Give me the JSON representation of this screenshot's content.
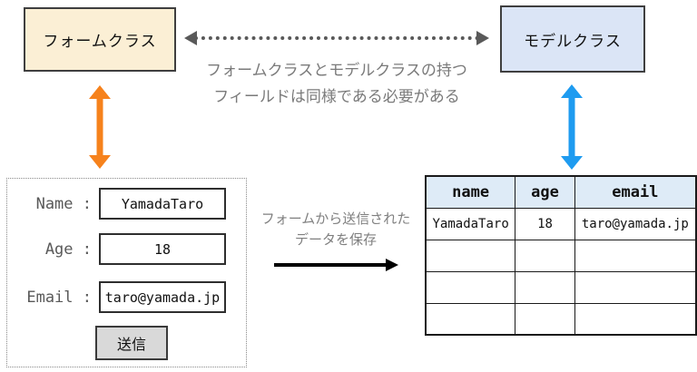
{
  "diagram": {
    "form_class_label": "フォームクラス",
    "model_class_label": "モデルクラス",
    "relation_note": {
      "line1": "フォームクラスとモデルクラスの持つ",
      "line2": "フィールドは同様である必要がある"
    },
    "save_note": {
      "line1": "フォームから送信された",
      "line2": "データを保存"
    },
    "colors": {
      "form_box_bg": "#FBEFD5",
      "model_box_bg": "#DBE5F6",
      "orange_arrow": "#F6821C",
      "blue_arrow": "#1E9BF0",
      "dotted_arrow_gray": "#595959",
      "note_text_gray": "#7A7A7A",
      "table_header_bg": "#DEEBF7",
      "submit_button_bg": "#D9D9D9"
    }
  },
  "form": {
    "fields": [
      {
        "label": "Name :",
        "value": "YamadaTaro"
      },
      {
        "label": "Age :",
        "value": "18"
      },
      {
        "label": "Email :",
        "value": "taro@yamada.jp"
      }
    ],
    "submit_label": "送信"
  },
  "table": {
    "headers": [
      "name",
      "age",
      "email"
    ],
    "rows": [
      [
        "YamadaTaro",
        "18",
        "taro@yamada.jp"
      ],
      [
        "",
        "",
        ""
      ],
      [
        "",
        "",
        ""
      ],
      [
        "",
        "",
        ""
      ]
    ]
  }
}
